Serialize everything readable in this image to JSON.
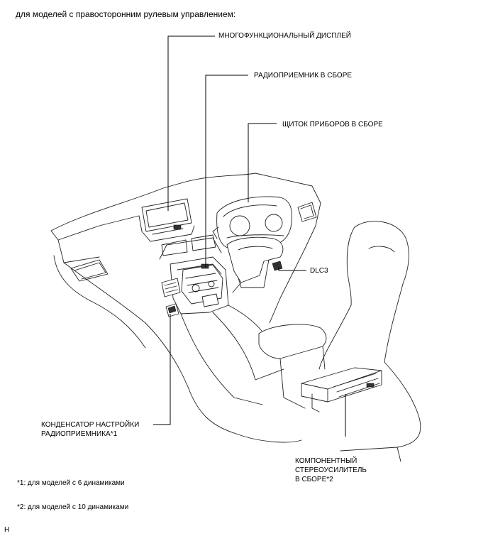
{
  "header": "для моделей с правосторонним рулевым управлением:",
  "labels": {
    "multidisplay": "МНОГОФУНКЦИОНАЛЬНЫЙ ДИСПЛЕЙ",
    "radio": "РАДИОПРИЕМНИК В СБОРЕ",
    "cluster": "ЩИТОК ПРИБОРОВ В СБОРЕ",
    "dlc3": "DLC3",
    "condenser_line1": "КОНДЕНСАТОР НАСТРОЙКИ",
    "condenser_line2": "РАДИОПРИЕМНИКА*1",
    "amp_line1": "КОМПОНЕНТНЫЙ",
    "amp_line2": "СТЕРЕОУСИЛИТЕЛЬ",
    "amp_line3": "В СБОРЕ*2"
  },
  "footnotes": {
    "note1": "*1: для моделей с 6 динамиками",
    "note2": "*2: для моделей с 10 динамиками"
  },
  "corner_mark": "H"
}
